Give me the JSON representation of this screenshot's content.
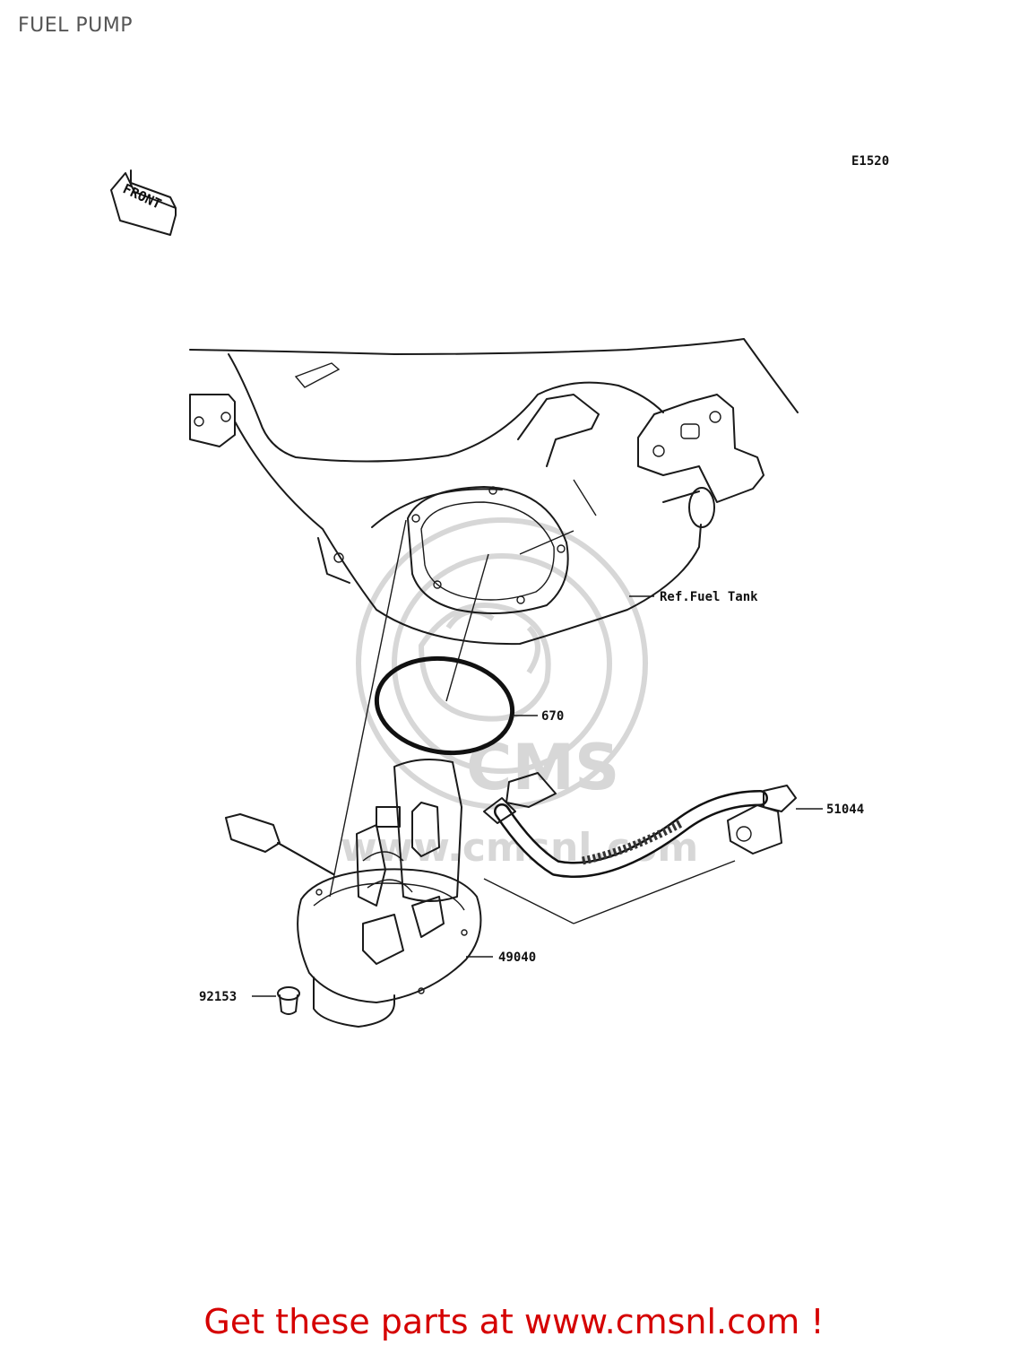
{
  "title": "FUEL PUMP",
  "diagram_code": "E1520",
  "front_label": "FRONT",
  "ref_label": "Ref.Fuel Tank",
  "parts": [
    {
      "number": "670"
    },
    {
      "number": "51044"
    },
    {
      "number": "49040"
    },
    {
      "number": "92153"
    }
  ],
  "watermark": {
    "brand": "CMS",
    "url": "www.cmsnl.com"
  },
  "footer": "Get these parts at www.cmsnl.com !",
  "colors": {
    "footer": "#d50000",
    "watermark": "#d7d7d7",
    "lines": "#1a1a1a"
  }
}
